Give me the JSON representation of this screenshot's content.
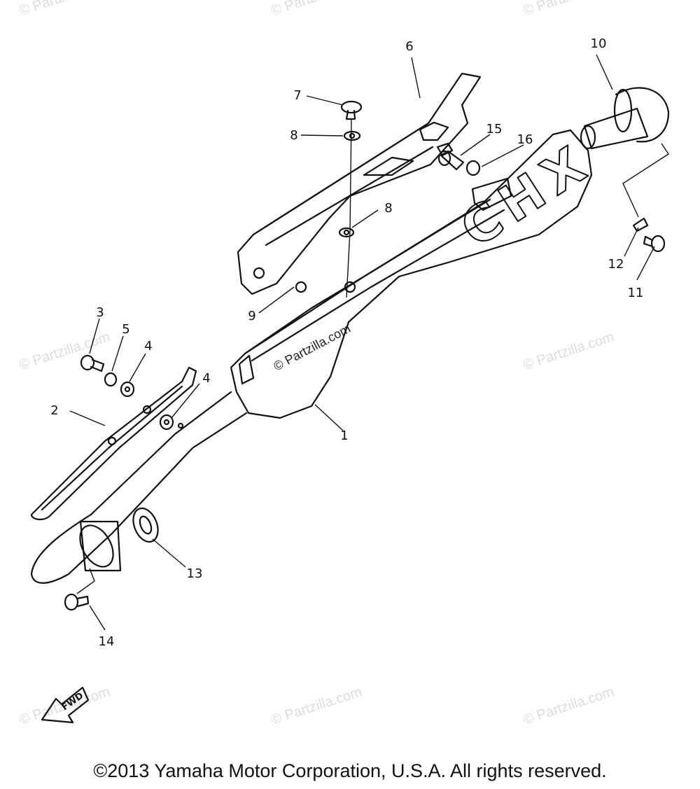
{
  "diagram": {
    "callouts": [
      {
        "id": "1",
        "label": "1"
      },
      {
        "id": "2",
        "label": "2"
      },
      {
        "id": "3",
        "label": "3"
      },
      {
        "id": "4a",
        "label": "4"
      },
      {
        "id": "4b",
        "label": "4"
      },
      {
        "id": "5",
        "label": "5"
      },
      {
        "id": "6",
        "label": "6"
      },
      {
        "id": "7",
        "label": "7"
      },
      {
        "id": "8a",
        "label": "8"
      },
      {
        "id": "8b",
        "label": "8"
      },
      {
        "id": "9",
        "label": "9"
      },
      {
        "id": "10",
        "label": "10"
      },
      {
        "id": "11",
        "label": "11"
      },
      {
        "id": "12",
        "label": "12"
      },
      {
        "id": "13",
        "label": "13"
      },
      {
        "id": "14",
        "label": "14"
      },
      {
        "id": "15",
        "label": "15"
      },
      {
        "id": "16",
        "label": "16"
      }
    ],
    "muffler_decal": "CHX",
    "front_arrow_label": "FWD",
    "watermark_text": "© Partzilla.com"
  },
  "footer": {
    "copyright": "©2013 Yamaha Motor Corporation, U.S.A. All rights reserved."
  }
}
